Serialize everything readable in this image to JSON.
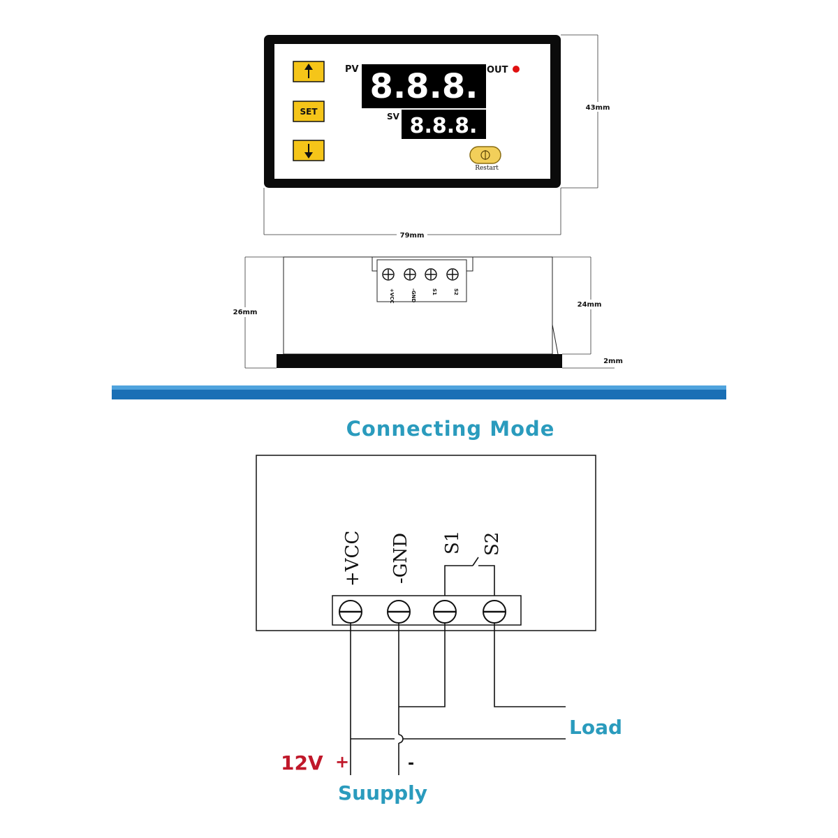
{
  "front_view": {
    "buttons": {
      "up_icon": "arrow-up-icon",
      "set_label": "SET",
      "down_icon": "arrow-down-icon"
    },
    "pv_label": "PV",
    "pv_display": "8.8.8.",
    "sv_label": "SV",
    "sv_display": "8.8.8.",
    "out_label": "OUT",
    "restart_label": "Restart",
    "height_dim": "43mm",
    "width_dim": "79mm"
  },
  "side_view": {
    "terminal_labels": [
      "+VCC",
      "-GND",
      "S1",
      "S2"
    ],
    "total_depth_dim": "26mm",
    "body_depth_dim": "24mm",
    "bezel_dim": "2mm"
  },
  "wiring": {
    "title": "Connecting Mode",
    "terminal_labels": [
      "+VCC",
      "-GND",
      "S1",
      "S2"
    ],
    "load_label": "Load",
    "voltage_label": "12V",
    "plus_label": "+",
    "minus_label": "-",
    "supply_label": "Suupply"
  },
  "colors": {
    "button_yellow": "#f5c519",
    "restart_yellow": "#f2cf5a",
    "out_led": "#e01010",
    "divider_blue": "#1a6fb5",
    "title_teal": "#2a9bbd",
    "voltage_red": "#c0182a"
  }
}
